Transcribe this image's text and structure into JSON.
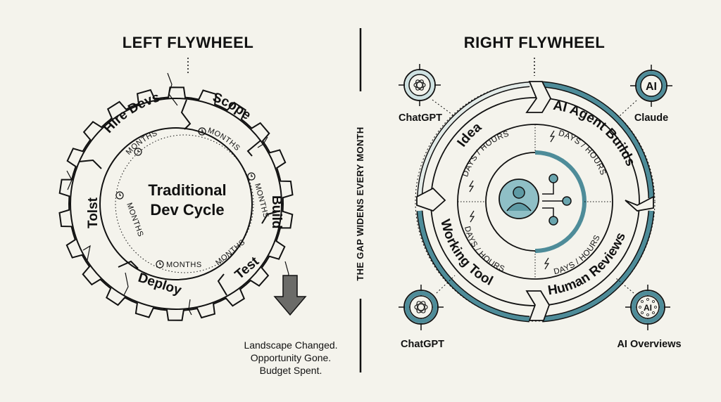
{
  "left": {
    "title": "LEFT FLYWHEEL",
    "center_line1": "Traditional",
    "center_line2": "Dev Cycle",
    "segments": [
      {
        "label": "Hire Devs"
      },
      {
        "label": "Scope"
      },
      {
        "label": "Build"
      },
      {
        "label": "Test"
      },
      {
        "label": "Deploy"
      },
      {
        "label": "Tolst"
      }
    ],
    "duration_label": "MONTHS",
    "outcome": {
      "line1": "Landscape Changed.",
      "line2": "Opportunity Gone.",
      "line3": "Budget Spent."
    }
  },
  "divider": {
    "text": "THE GAP WIDENS EVERY MONTH"
  },
  "right": {
    "title": "RIGHT FLYWHEEL",
    "segments": [
      {
        "label": "Idea"
      },
      {
        "label": "AI Agent Builds"
      },
      {
        "label": "Human Reviews"
      },
      {
        "label": "Working Tool"
      }
    ],
    "duration_label": "DAYS / HOURS",
    "center_icon": "person-network-icon",
    "tools": [
      {
        "name": "ChatGPT",
        "icon": "openai-knot-icon",
        "position": "top-left"
      },
      {
        "name": "Claude",
        "icon": "ai-text-icon",
        "position": "top-right"
      },
      {
        "name": "ChatGPT",
        "icon": "openai-knot-icon",
        "position": "bottom-left"
      },
      {
        "name": "AI Overviews",
        "icon": "ai-sparkle-icon",
        "position": "bottom-right"
      }
    ],
    "accent_color": "#4e8c99",
    "accent_light": "#a9cdd3"
  }
}
